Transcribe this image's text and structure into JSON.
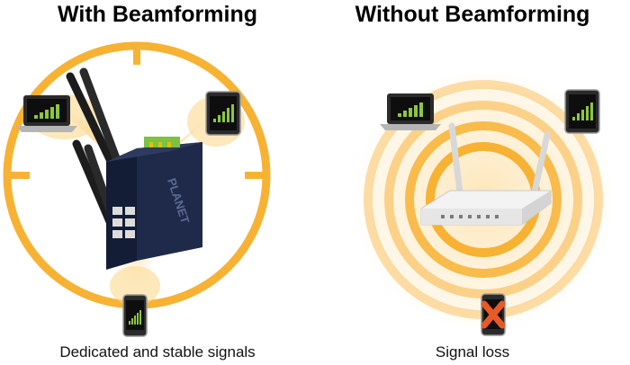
{
  "colors": {
    "accent": "#f7b233",
    "ring": "#f9c262",
    "beam": "#fbd890",
    "device_body": "#1f2a4a",
    "signal_green": "#8dc63f",
    "error_red": "#e85a25"
  },
  "left_panel": {
    "title": "With Beamforming",
    "caption": "Dedicated and stable signals",
    "device_text": "PLANET"
  },
  "right_panel": {
    "title": "Without Beamforming",
    "caption": "Signal loss"
  },
  "icons": {
    "laptop": "laptop-icon",
    "tablet": "tablet-icon",
    "phone": "smartphone-icon",
    "phone_error": "phone-no-signal-icon",
    "ap_industrial": "industrial-access-point-icon",
    "router": "wireless-router-icon"
  }
}
